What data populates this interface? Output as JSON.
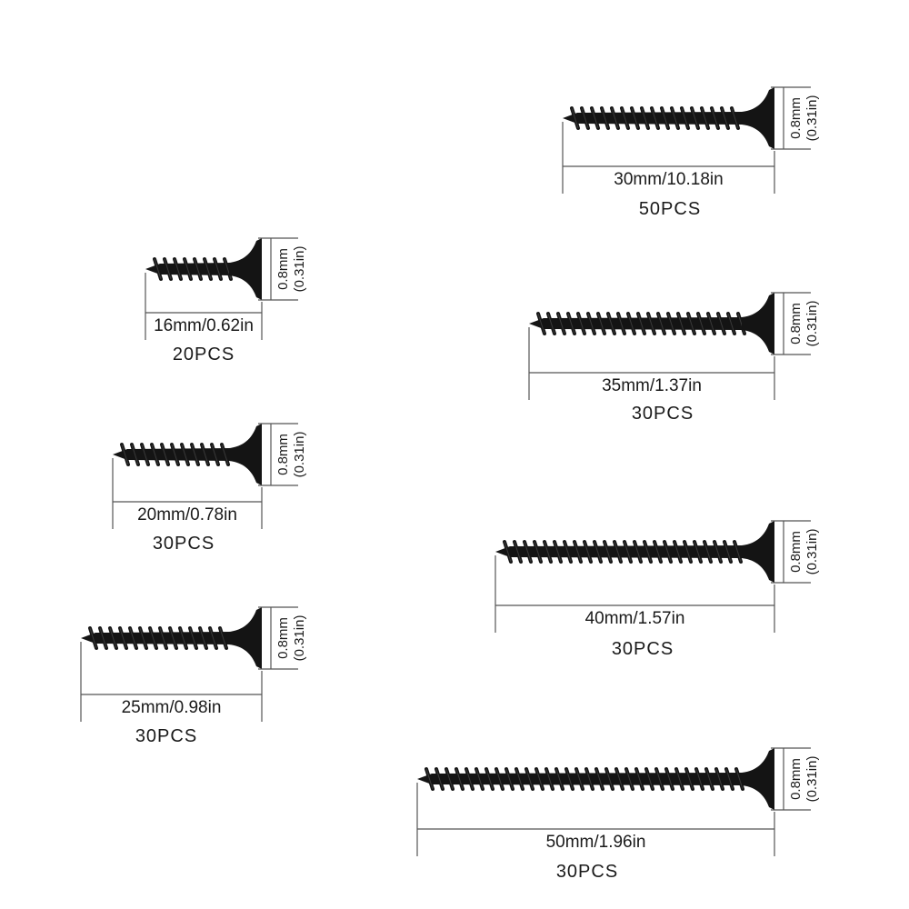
{
  "screws": [
    {
      "length": "16mm/0.62in",
      "quantity": "20PCS",
      "head": "0.8mm",
      "head_in": "(0.31in)"
    },
    {
      "length": "20mm/0.78in",
      "quantity": "30PCS",
      "head": "0.8mm",
      "head_in": "(0.31in)"
    },
    {
      "length": "25mm/0.98in",
      "quantity": "30PCS",
      "head": "0.8mm",
      "head_in": "(0.31in)"
    },
    {
      "length": "30mm/10.18in",
      "quantity": "50PCS",
      "head": "0.8mm",
      "head_in": "(0.31in)"
    },
    {
      "length": "35mm/1.37in",
      "quantity": "30PCS",
      "head": "0.8mm",
      "head_in": "(0.31in)"
    },
    {
      "length": "40mm/1.57in",
      "quantity": "30PCS",
      "head": "0.8mm",
      "head_in": "(0.31in)"
    },
    {
      "length": "50mm/1.96in",
      "quantity": "30PCS",
      "head": "0.8mm",
      "head_in": "(0.31in)"
    }
  ],
  "colors": {
    "screw": "#141414",
    "thread": "#3a3a3a",
    "dimension_line": "#555555"
  }
}
